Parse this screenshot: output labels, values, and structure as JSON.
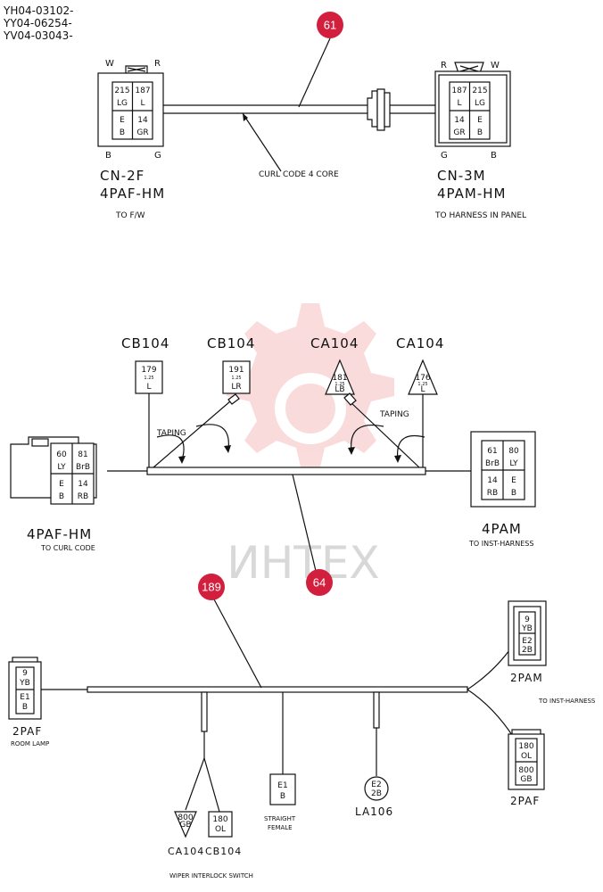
{
  "part_numbers": [
    "YH04-03102-",
    "YY04-06254-",
    "YV04-03043-"
  ],
  "callouts": {
    "c61": "61",
    "c64": "64",
    "c189": "189"
  },
  "watermark": "ИНТЕХ",
  "section1": {
    "left_connector": {
      "top_left": "W",
      "top_right": "R",
      "bottom_left": "B",
      "bottom_right": "G",
      "pins": [
        [
          "215",
          "187"
        ],
        [
          "LG",
          "L"
        ],
        [
          "E",
          "14"
        ],
        [
          "B",
          "GR"
        ]
      ],
      "name": "CN-2F",
      "type": "4PAF-HM",
      "dest": "TO F/W"
    },
    "cable_label": "CURL CODE 4 CORE",
    "right_connector": {
      "top_left": "R",
      "top_right": "W",
      "bottom_left": "G",
      "bottom_right": "B",
      "pins": [
        [
          "187",
          "215"
        ],
        [
          "L",
          "LG"
        ],
        [
          "14",
          "E"
        ],
        [
          "GR",
          "B"
        ]
      ],
      "name": "CN-3M",
      "type": "4PAM-HM",
      "dest": "TO HARNESS IN PANEL"
    }
  },
  "section2": {
    "labels": [
      "CB104",
      "CB104",
      "CA104",
      "CA104"
    ],
    "tags": [
      [
        "179",
        "1.25",
        "L"
      ],
      [
        "191",
        "1.25",
        "LR"
      ],
      [
        "181",
        "1.25",
        "LB"
      ],
      [
        "176",
        "1.25",
        "L"
      ]
    ],
    "taping_left": "TAPING",
    "taping_right": "TAPING",
    "left_connector": {
      "pins": [
        [
          "60",
          "81"
        ],
        [
          "LY",
          "BrB"
        ],
        [
          "E",
          "14"
        ],
        [
          "B",
          "RB"
        ]
      ],
      "type": "4PAF-HM",
      "dest": "TO CURL CODE"
    },
    "right_connector": {
      "pins": [
        [
          "61",
          "80"
        ],
        [
          "BrB",
          "LY"
        ],
        [
          "14",
          "E"
        ],
        [
          "RB",
          "B"
        ]
      ],
      "type": "4PAM",
      "dest": "TO INST-HARNESS"
    }
  },
  "section3": {
    "room_lamp": {
      "pins": [
        "9",
        "YB",
        "E1",
        "B"
      ],
      "type": "2PAF",
      "dest": "ROOM LAMP"
    },
    "top_right": {
      "pins": [
        "9",
        "YB",
        "E2",
        "2B"
      ],
      "type": "2PAM"
    },
    "dest_right": "TO INST-HARNESS",
    "bottom_right": {
      "pins": [
        "180",
        "OL",
        "800",
        "GB"
      ],
      "type": "2PAF"
    },
    "ca104_tag": [
      "800",
      "GB"
    ],
    "cb104_tag": [
      "180",
      "OL"
    ],
    "ca104_label": "CA104",
    "cb104_label": "CB104",
    "wiper_label": "WIPER INTERLOCK SWITCH",
    "straight": {
      "pins": [
        "E1",
        "B"
      ],
      "label1": "STRAIGHT",
      "label2": "FEMALE"
    },
    "la106": {
      "pins": [
        "E2",
        "2B"
      ],
      "label": "LA106"
    }
  }
}
